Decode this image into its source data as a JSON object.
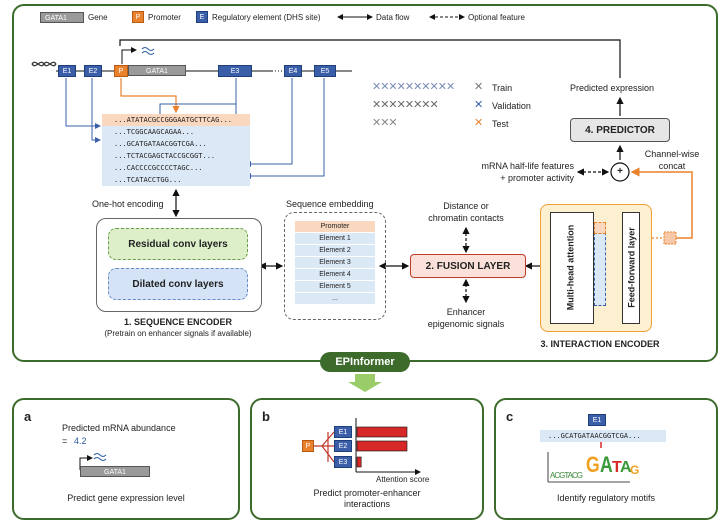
{
  "legend": {
    "gene_box": "GATA1",
    "gene_label": "Gene",
    "promoter_box": "P",
    "promoter_label": "Promoter",
    "element_box": "E",
    "element_label": "Regulatory element (DHS site)",
    "data_flow": "Data flow",
    "optional": "Optional feature"
  },
  "locus": {
    "elements": [
      "E1",
      "E2",
      "E3",
      "E4",
      "E5"
    ],
    "promoter": "P",
    "gene": "GATA1"
  },
  "sequences": [
    "...ATATACGCCGGGAATGCTTCAG...",
    "...TCGGCAAGCAGAA...",
    "...GCATGATAACGGTCGA...",
    "...TCTACGAGCTACCGCGGT...",
    "...CACCCCGCCCCTAGC...",
    "...TCATACCTGG..."
  ],
  "chromosome_legend": {
    "train": "Train",
    "validation": "Validation",
    "test": "Test"
  },
  "encoder": {
    "onehot": "One-hot encoding",
    "residual": "Residual conv layers",
    "dilated": "Dilated conv layers",
    "title": "1. SEQUENCE ENCODER",
    "subtitle": "(Pretrain on enhancer signals if available)"
  },
  "embedding": {
    "title": "Sequence embedding",
    "rows": [
      "Promoter",
      "Element 1",
      "Element 2",
      "Element 3",
      "Element 4",
      "Element 5",
      "..."
    ]
  },
  "fusion": {
    "title": "2. FUSION LAYER",
    "top": "Distance or\nchromatin contacts",
    "bottom": "Enhancer\nepigenomic signals"
  },
  "interaction": {
    "attention": "Multi-head attention",
    "ff": "Feed-forward layer",
    "title": "3. INTERACTION ENCODER"
  },
  "predictor": {
    "title": "4. PREDICTOR",
    "output": "Predicted expression",
    "mrna": "mRNA half-life features\n+ promoter activity",
    "concat": "Channel-wise\nconcat",
    "plus": "+"
  },
  "banner": "EPInformer",
  "panel_a": {
    "letter": "a",
    "line1": "Predicted mRNA abundance",
    "line2": "= ",
    "value": "4.2",
    "gene": "GATA1",
    "caption": "Predict gene expression level"
  },
  "panel_b": {
    "letter": "b",
    "promoter": "P",
    "elements": [
      "E1",
      "E2",
      "E3"
    ],
    "scores": [
      0.72,
      0.72,
      0.06
    ],
    "axis": "Attention score",
    "caption": "Predict promoter-enhancer\ninteractions"
  },
  "panel_c": {
    "letter": "c",
    "element": "E1",
    "sequence": "...GCATGATAACGGTCGA...",
    "caption": "Identify regulatory motifs"
  },
  "colors": {
    "frame": "#3d6b2b",
    "element": "#3a5fa8",
    "promoter": "#e8822c",
    "fusion": "#c0392b",
    "score_bar": "#d62828"
  }
}
